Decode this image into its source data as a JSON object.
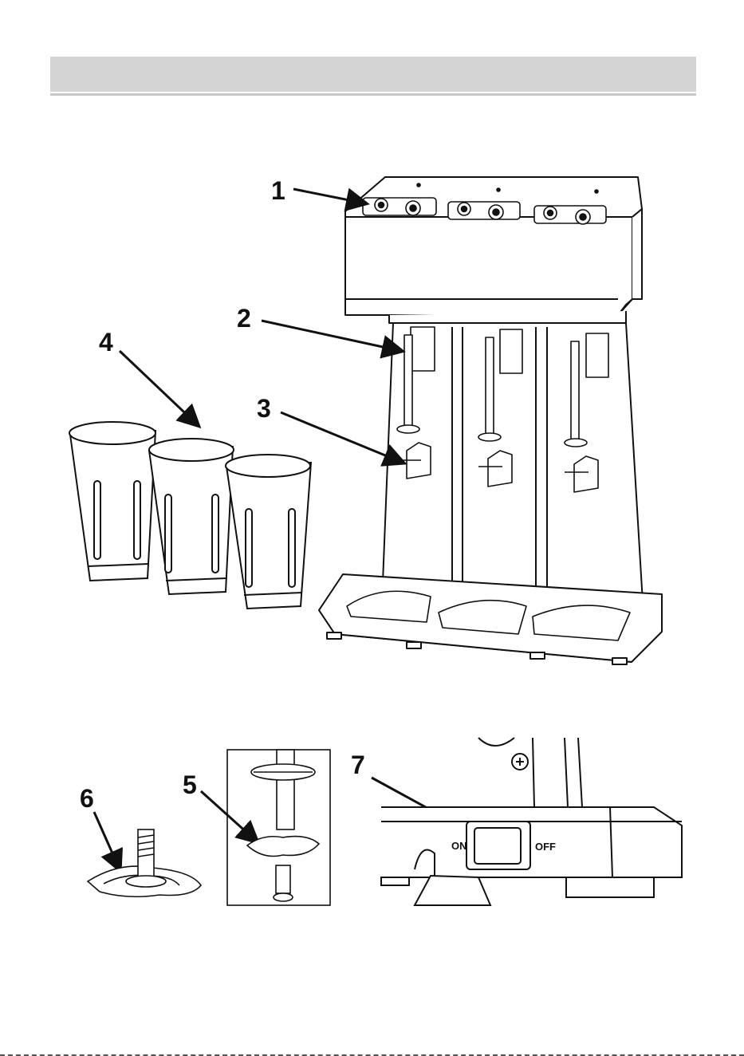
{
  "callouts": [
    {
      "id": 1,
      "label": "1"
    },
    {
      "id": 2,
      "label": "2"
    },
    {
      "id": 3,
      "label": "3"
    },
    {
      "id": 4,
      "label": "4"
    },
    {
      "id": 5,
      "label": "5"
    },
    {
      "id": 6,
      "label": "6"
    },
    {
      "id": 7,
      "label": "7"
    }
  ],
  "switch": {
    "on_label": "ON",
    "off_label": "OFF"
  },
  "colors": {
    "header_bar": "#d4d4d4",
    "line": "#111111"
  }
}
